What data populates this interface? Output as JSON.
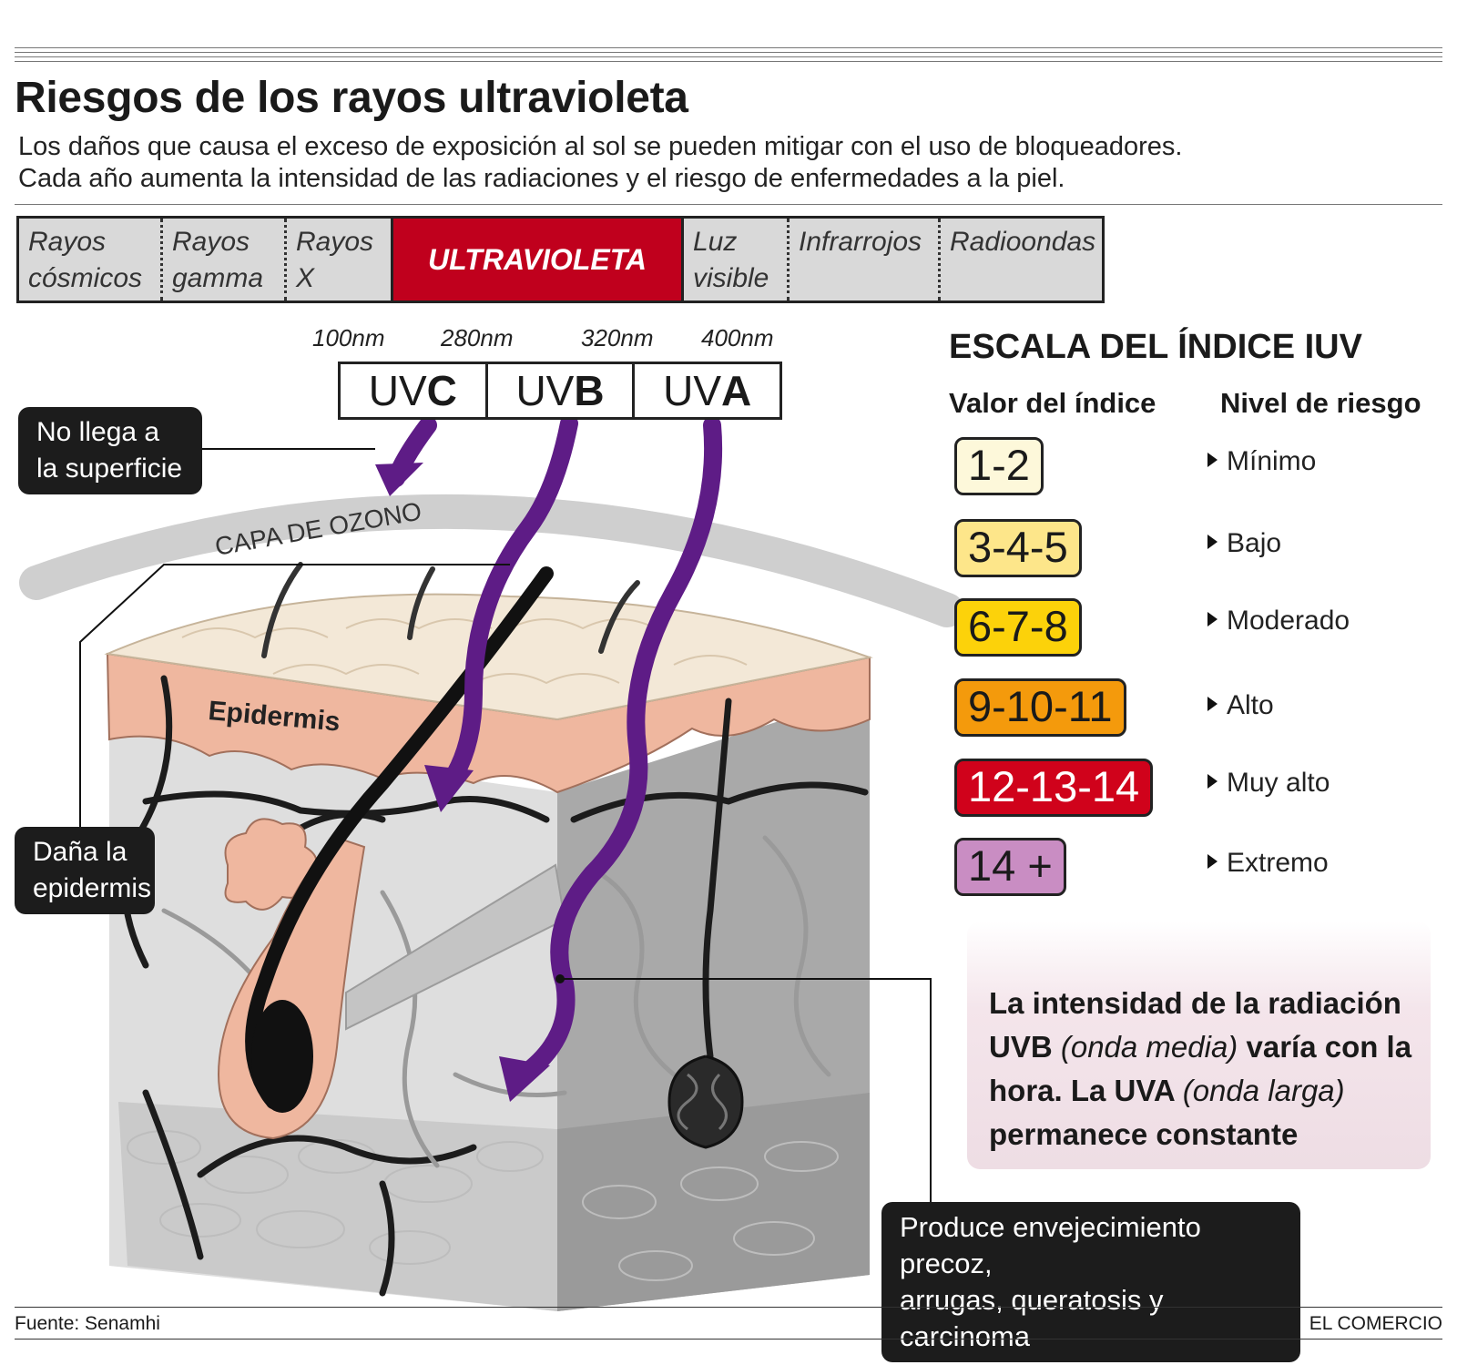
{
  "title": "Riesgos de los rayos ultravioleta",
  "subtitle_lines": [
    "Los daños que causa el exceso de exposición al sol se pueden mitigar con el uso de bloqueadores.",
    "Cada año aumenta la intensidad de las radiaciones y el riesgo de enfermedades a la piel."
  ],
  "spectrum": [
    {
      "line1": "Rayos",
      "line2": "cósmicos"
    },
    {
      "line1": "Rayos",
      "line2": "gamma"
    },
    {
      "line1": "Rayos",
      "line2": "X"
    },
    {
      "line1": "ULTRAVIOLETA",
      "line2": ""
    },
    {
      "line1": "Luz",
      "line2": "visible"
    },
    {
      "line1": "Infrarrojos",
      "line2": ""
    },
    {
      "line1": "Radioondas",
      "line2": ""
    }
  ],
  "wavelengths": [
    "100nm",
    "280nm",
    "320nm",
    "400nm"
  ],
  "uv_types": [
    {
      "prefix": "UV",
      "letter": "C"
    },
    {
      "prefix": "UV",
      "letter": "B"
    },
    {
      "prefix": "UV",
      "letter": "A"
    }
  ],
  "callouts": {
    "no_llega": [
      "No llega a",
      "la superficie"
    ],
    "dana": [
      "Daña la",
      "epidermis"
    ],
    "produce": [
      "Produce envejecimiento precoz,",
      "arrugas, queratosis y carcinoma"
    ]
  },
  "diagram_labels": {
    "ozone": "CAPA DE OZONO",
    "epidermis": "Epidermis"
  },
  "scale": {
    "title": "ESCALA DEL ÍNDICE IUV",
    "col_value": "Valor del índice",
    "col_risk": "Nivel de riesgo",
    "rows": [
      {
        "value": "1-2",
        "risk": "Mínimo",
        "color": "#fdf8da",
        "text_color": "#1a1a1a"
      },
      {
        "value": "3-4-5",
        "risk": "Bajo",
        "color": "#fde68a",
        "text_color": "#1a1a1a"
      },
      {
        "value": "6-7-8",
        "risk": "Moderado",
        "color": "#fcd20a",
        "text_color": "#1a1a1a"
      },
      {
        "value": "9-10-11",
        "risk": "Alto",
        "color": "#f49a0c",
        "text_color": "#1a1a1a"
      },
      {
        "value": "12-13-14",
        "risk": "Muy alto",
        "color": "#d0021b",
        "text_color": "#ffffff"
      },
      {
        "value": "14 +",
        "risk": "Extremo",
        "color": "#c98dc3",
        "text_color": "#1a1a1a"
      }
    ]
  },
  "info": {
    "p1": "La intensidad de la radiación",
    "p2": "UVB",
    "p3": "(onda media)",
    "p4": "varía con la",
    "p5": "hora. La UVA",
    "p6": "(onda larga)",
    "p7": "permanece constante"
  },
  "footer": {
    "source": "Fuente: Senamhi",
    "publisher": "EL COMERCIO"
  },
  "colors": {
    "accent_red": "#c0001d",
    "uv_purple": "#5e1c86",
    "skin_pink": "#efb79f"
  }
}
